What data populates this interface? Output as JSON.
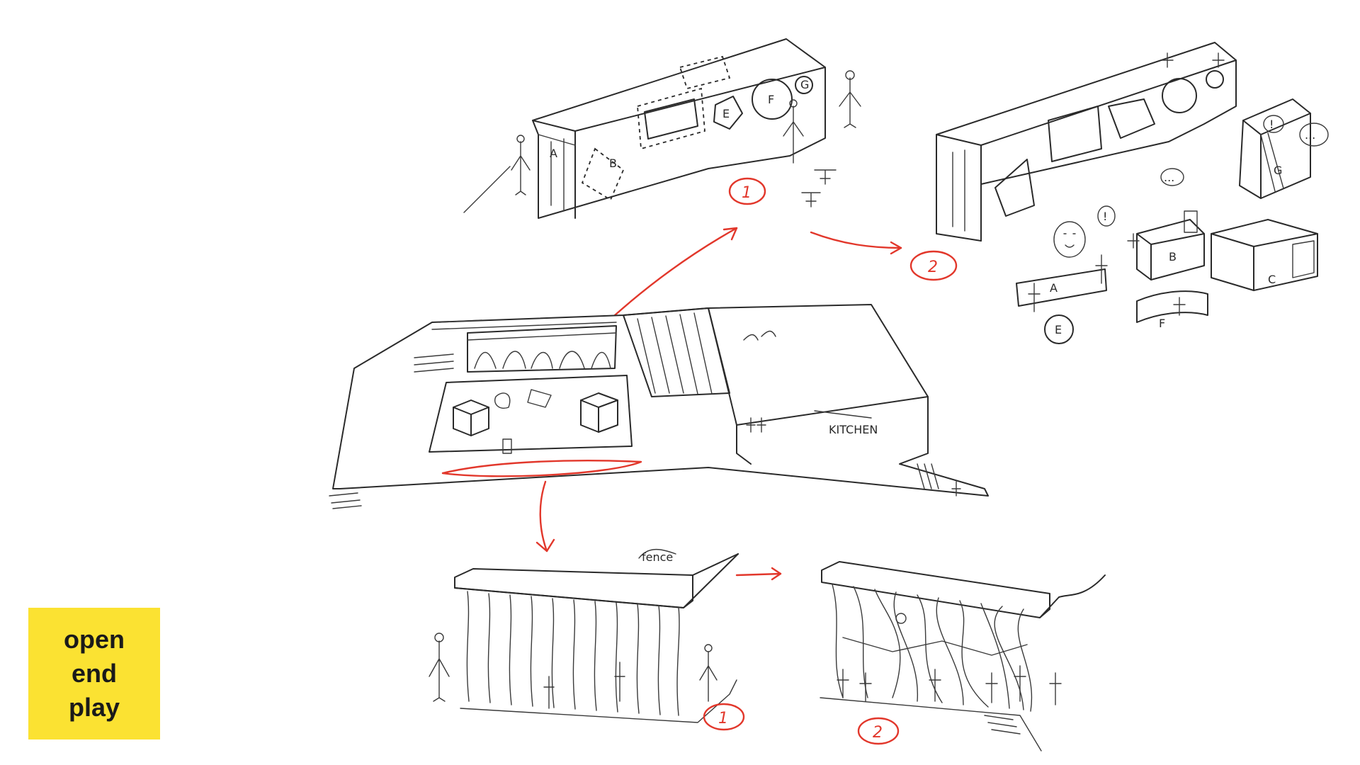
{
  "badge": {
    "line1": "open",
    "line2": "end",
    "line3": "play"
  },
  "colors": {
    "badge": "#fbe232",
    "ink": "#2a2a2a",
    "accent": "#e2372b"
  },
  "sketch": {
    "plan_label": "KITCHEN",
    "fence_label": "fence",
    "step1_label": "1",
    "step2_label": "2",
    "wall_panels": [
      "A",
      "B",
      "E",
      "F",
      "G"
    ],
    "scattered_blocks": [
      "A",
      "B",
      "C",
      "E",
      "F",
      "G"
    ],
    "speech_marks": [
      "!",
      "!",
      "...",
      "..."
    ]
  }
}
